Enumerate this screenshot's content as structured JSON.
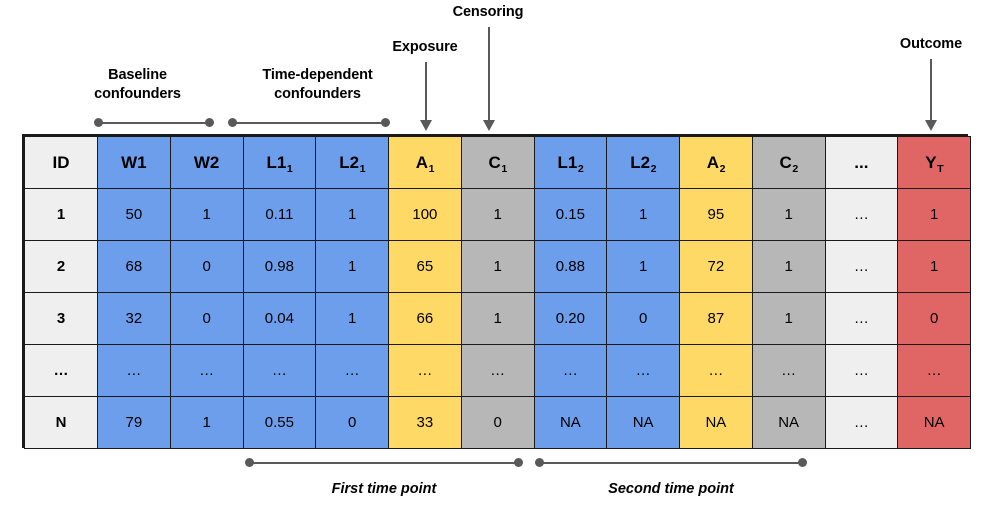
{
  "figure": {
    "title_present": false
  },
  "annotations": {
    "top": [
      {
        "id": "baseline-confounders",
        "label": "Baseline\nconfounders",
        "marker": "bracket"
      },
      {
        "id": "time-dependent-confounders",
        "label": "Time-dependent\nconfounders",
        "marker": "bracket"
      },
      {
        "id": "exposure",
        "label": "Exposure",
        "marker": "arrow"
      },
      {
        "id": "censoring",
        "label": "Censoring",
        "marker": "arrow"
      },
      {
        "id": "outcome",
        "label": "Outcome",
        "marker": "arrow"
      }
    ],
    "bottom": [
      {
        "id": "first-time-point",
        "label": "First time point",
        "marker": "bracket"
      },
      {
        "id": "second-time-point",
        "label": "Second time point",
        "marker": "bracket"
      }
    ]
  },
  "colors": {
    "id_column": "#efefef",
    "confounder_blue": "#6d9eeb",
    "exposure_yellow": "#ffd966",
    "censoring_gray": "#b7b7b7",
    "ellipsis_light": "#efefef",
    "outcome_red": "#e06666",
    "border": "#1a1a1a",
    "annotation_gray": "#595959"
  },
  "table": {
    "columns": [
      {
        "key": "id",
        "base": "ID",
        "sub": "",
        "color": "id"
      },
      {
        "key": "w1",
        "base": "W1",
        "sub": "",
        "color": "blue"
      },
      {
        "key": "w2",
        "base": "W2",
        "sub": "",
        "color": "blue"
      },
      {
        "key": "l1_1",
        "base": "L1",
        "sub": "1",
        "color": "blue"
      },
      {
        "key": "l2_1",
        "base": "L2",
        "sub": "1",
        "color": "blue"
      },
      {
        "key": "a_1",
        "base": "A",
        "sub": "1",
        "color": "yellow"
      },
      {
        "key": "c_1",
        "base": "C",
        "sub": "1",
        "color": "gray"
      },
      {
        "key": "l1_2",
        "base": "L1",
        "sub": "2",
        "color": "blue"
      },
      {
        "key": "l2_2",
        "base": "L2",
        "sub": "2",
        "color": "blue"
      },
      {
        "key": "a_2",
        "base": "A",
        "sub": "2",
        "color": "yellow"
      },
      {
        "key": "c_2",
        "base": "C",
        "sub": "2",
        "color": "gray"
      },
      {
        "key": "dots",
        "base": "...",
        "sub": "",
        "color": "light"
      },
      {
        "key": "y_t",
        "base": "Y",
        "sub": "T",
        "color": "red"
      }
    ],
    "rows": [
      {
        "id": "1",
        "cells": [
          "50",
          "1",
          "0.11",
          "1",
          "100",
          "1",
          "0.15",
          "1",
          "95",
          "1",
          "…",
          "1"
        ]
      },
      {
        "id": "2",
        "cells": [
          "68",
          "0",
          "0.98",
          "1",
          "65",
          "1",
          "0.88",
          "1",
          "72",
          "1",
          "…",
          "1"
        ]
      },
      {
        "id": "3",
        "cells": [
          "32",
          "0",
          "0.04",
          "1",
          "66",
          "1",
          "0.20",
          "0",
          "87",
          "1",
          "…",
          "0"
        ]
      },
      {
        "id": "…",
        "cells": [
          "…",
          "…",
          "…",
          "…",
          "…",
          "…",
          "…",
          "…",
          "…",
          "…",
          "…",
          "…"
        ]
      },
      {
        "id": "N",
        "cells": [
          "79",
          "1",
          "0.55",
          "0",
          "33",
          "0",
          "NA",
          "NA",
          "NA",
          "NA",
          "…",
          "NA"
        ]
      }
    ]
  }
}
